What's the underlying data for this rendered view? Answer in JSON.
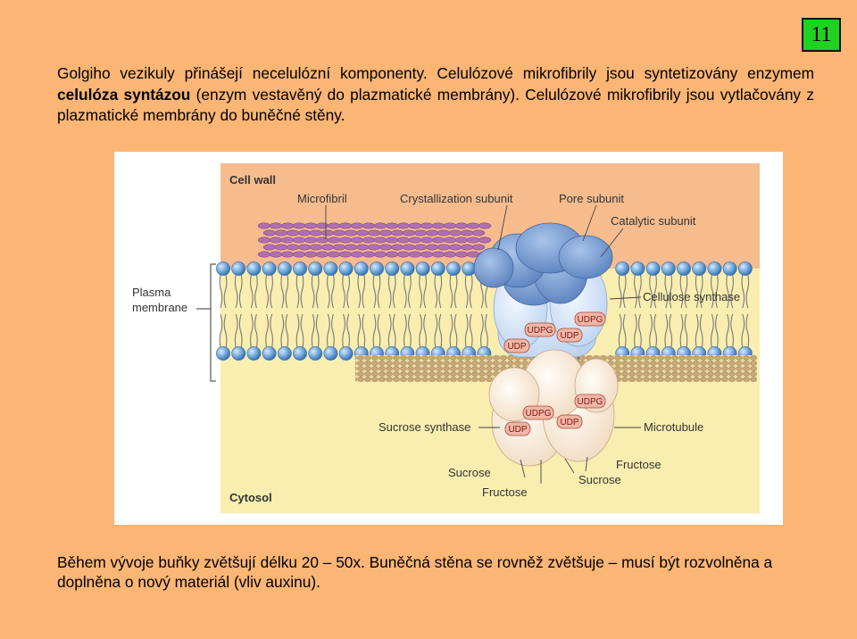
{
  "slide_number": "11",
  "intro": {
    "part1": "Golgiho vezikuly přinášejí necelulózní komponenty. Celulózové mikrofibrily jsou syntetizovány enzymem ",
    "bold": "celulóza syntázou",
    "part2": " (enzym vestavěný do plazmatické membrány). Celulózové mikrofibrily jsou vytlačovány z plazmatické membrány do buněčné stěny."
  },
  "figure": {
    "cell_wall": "Cell wall",
    "microfibril": "Microfibril",
    "crystallization_subunit": "Crystallization subunit",
    "pore_subunit": "Pore subunit",
    "catalytic_subunit": "Catalytic subunit",
    "plasma_membrane_line1": "Plasma",
    "plasma_membrane_line2": "membrane",
    "cellulose_synthase": "Cellulose synthase",
    "sucrose_synthase": "Sucrose synthase",
    "microtubule": "Microtubule",
    "sucrose_left": "Sucrose",
    "fructose_left": "Fructose",
    "fructose_right": "Fructose",
    "sucrose_right": "Sucrose",
    "cytosol": "Cytosol",
    "udpg": "UDPG",
    "udp": "UDP",
    "colors": {
      "cell_wall": "#F6BC8E",
      "cytosol": "#F9EDB0",
      "lipid_head": "#6FA7DC",
      "synthase": "#6E94CC",
      "sucrose_synthase": "#FBEAD8",
      "microfibril": "#A55AA6"
    }
  },
  "outro": "Během vývoje buňky zvětšují délku 20 – 50x. Buněčná stěna se rovněž zvětšuje – musí být rozvolněna a doplněna o nový materiál (vliv auxinu)."
}
